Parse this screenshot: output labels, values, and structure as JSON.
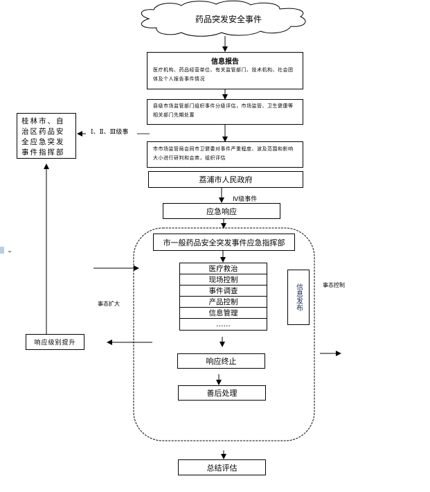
{
  "diagram": {
    "start_event": "药品突发安全事件",
    "info_report": {
      "title": "信息报告",
      "text": "医疗机构、药品经营单位、有关监管部门、技术机构、社会团体及个人报告事件情况"
    },
    "county_assessment": "县级市场监管部门组织事件分级评估，市场监管、卫生健康等相关部门先期处置",
    "city_assessment": "市市场监管局会同市卫健委对事件严重程度、波及范围和影响大小进行研判和会商，组织评估",
    "city_government": "荔浦市人民政府",
    "level4_label": "Ⅳ级事件",
    "emergency_response": "应急响应",
    "command_center": "市一般药品安全突发事件应急指挥部",
    "actions": [
      "医疗救治",
      "现场控制",
      "事件调查",
      "产品控制",
      "信息管理",
      "……"
    ],
    "info_release": "信息发布",
    "response_end": "响应终止",
    "aftermath": "善后处理",
    "summary": "总结评估",
    "regional_command": "桂林市、自治区药品安全应急突发事件指挥部",
    "level123_label": "Ⅰ、Ⅱ、Ⅲ级事",
    "escalation": "响应级别提升",
    "event_expand": "事态扩大",
    "event_control": "事态控制"
  }
}
